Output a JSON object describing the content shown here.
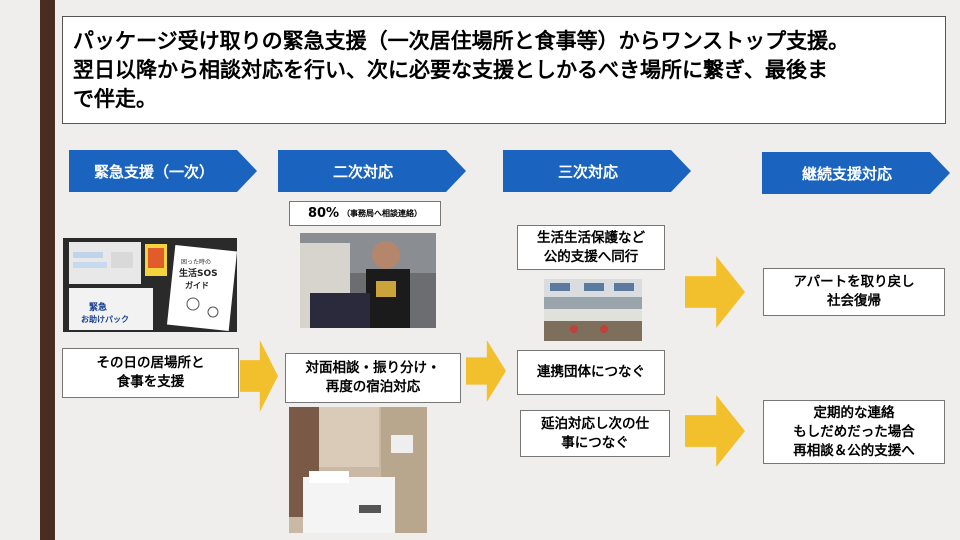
{
  "title": {
    "line1": "パッケージ受け取りの緊急支援（一次居住場所と食事等）からワンストップ支援。",
    "line2": "翌日以降から相談対応を行い、次に必要な支援としかるべき場所に繋ぎ、最後ま",
    "line3": "で伴走。"
  },
  "stages": [
    {
      "label": "緊急支援（一次）"
    },
    {
      "label": "二次対応"
    },
    {
      "label": "三次対応"
    },
    {
      "label": "継続支援対応"
    }
  ],
  "note": {
    "main": "80%",
    "sub": "（事務局へ相談連絡）"
  },
  "package_photo": {
    "box_line1": "緊急",
    "box_line2": "お助けパック",
    "guide_line1": "困った時の",
    "guide_line2": "生活SOS",
    "guide_line3": "ガイド"
  },
  "boxes": {
    "first": {
      "line1": "その日の居場所と",
      "line2": "食事を支援"
    },
    "second": {
      "line1": "対面相談・振り分け・",
      "line2": "再度の宿泊対応"
    },
    "third_a": {
      "line1": "生活生活保護など",
      "line2": "公的支援へ同行"
    },
    "third_b": {
      "line1": "連携団体につなぐ"
    },
    "third_c": {
      "line1": "延泊対応し次の仕",
      "line2": "事につなぐ"
    },
    "fourth_a": {
      "line1": "アパートを取り戻し",
      "line2": "社会復帰"
    },
    "fourth_b": {
      "line1": "定期的な連絡",
      "line2": "もしだめだった場合",
      "line3": "再相談＆公的支援へ"
    }
  },
  "colors": {
    "stage_arrow": "#1a64c0",
    "flow_arrow": "#f2c02d",
    "left_bar": "#4a2c21"
  }
}
